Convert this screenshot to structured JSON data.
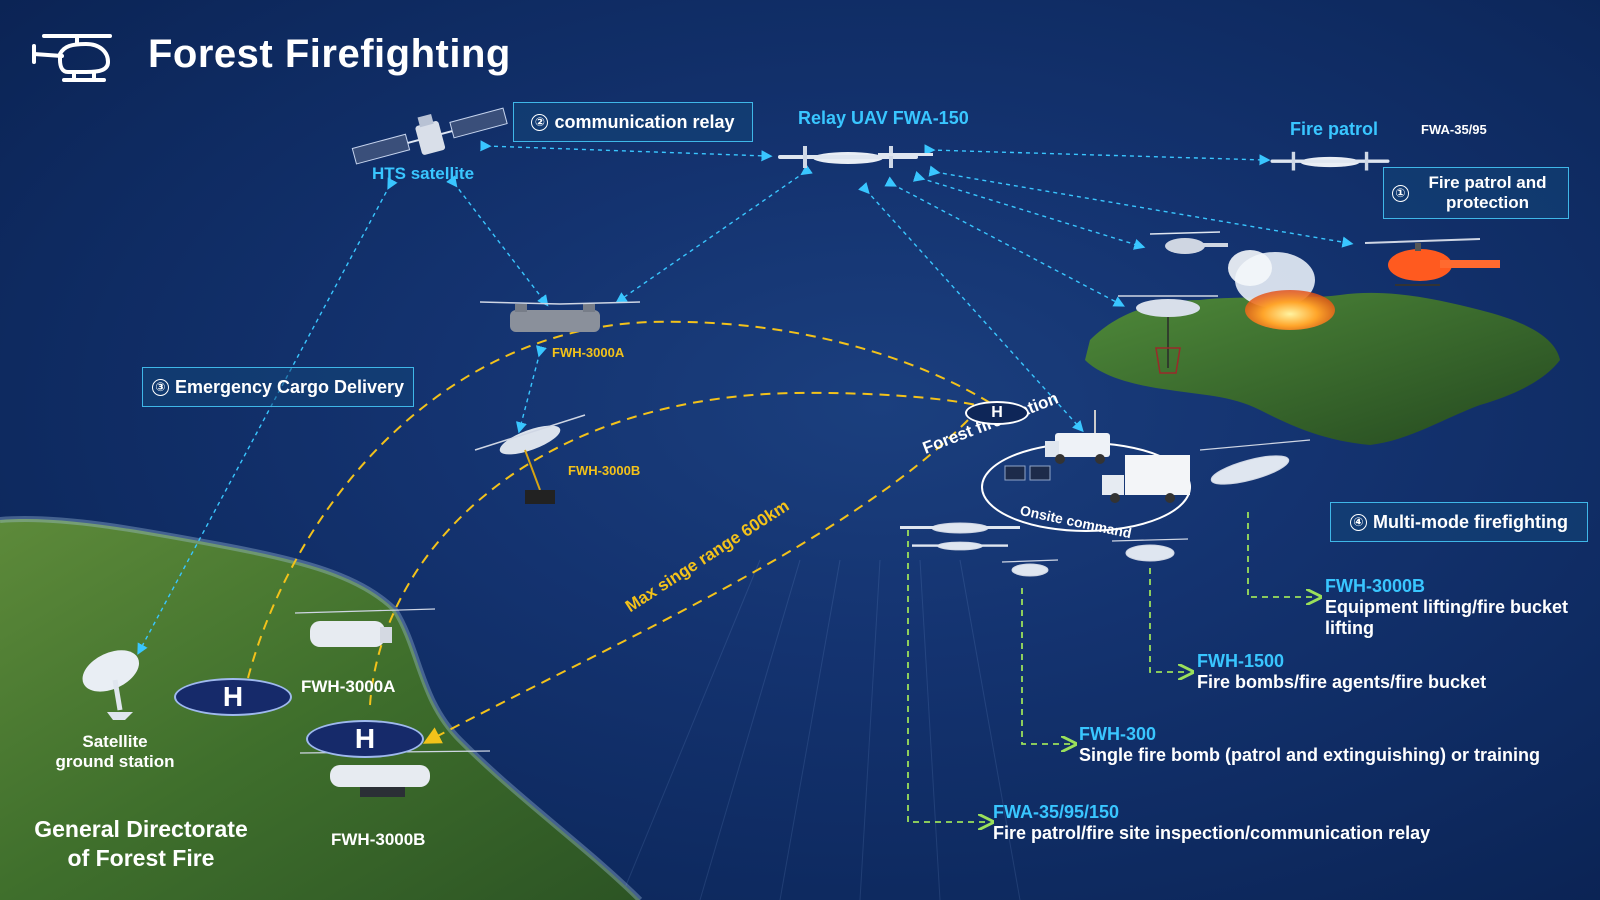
{
  "header": {
    "title": "Forest Firefighting",
    "icon": "helicopter-icon"
  },
  "boxes": {
    "relay": "communication relay",
    "relay_num": "②",
    "cargo": "Emergency Cargo Delivery",
    "cargo_num": "③",
    "patrol": "Fire patrol and protection",
    "patrol_num": "①",
    "multi": "Multi-mode firefighting",
    "multi_num": "④"
  },
  "nodes": {
    "satellite": "HTS satellite",
    "relay_uav": "Relay UAV FWA-150",
    "fire_patrol": "Fire patrol",
    "fire_patrol_model": "FWA-35/95",
    "fwh3000a_air": "FWH-3000A",
    "fwh3000b_air": "FWH-3000B",
    "fire_station": "Forest fire station",
    "onsite": "Onsite command",
    "range": "Max singe range 600km",
    "ground_station_1": "Satellite",
    "ground_station_2": "ground station",
    "directorate_1": "General Directorate",
    "directorate_2": "of Forest Fire",
    "fwh3000a_ground": "FWH-3000A",
    "fwh3000b_ground": "FWH-3000B",
    "h": "H"
  },
  "legend": [
    {
      "model": "FWH-3000B",
      "desc_1": "Equipment lifting/fire bucket",
      "desc_2": "lifting"
    },
    {
      "model": "FWH-1500",
      "desc_1": "Fire bombs/fire agents/fire bucket",
      "desc_2": ""
    },
    {
      "model": "FWH-300",
      "desc_1": "Single fire bomb (patrol and extinguishing) or training",
      "desc_2": ""
    },
    {
      "model": "FWA-35/95/150",
      "desc_1": "Fire patrol/fire site inspection/communication relay",
      "desc_2": ""
    }
  ],
  "colors": {
    "accent_cyan": "#39c6ff",
    "route_yellow": "#f3c21a",
    "link_green": "#9be05a",
    "background": "#143370"
  }
}
